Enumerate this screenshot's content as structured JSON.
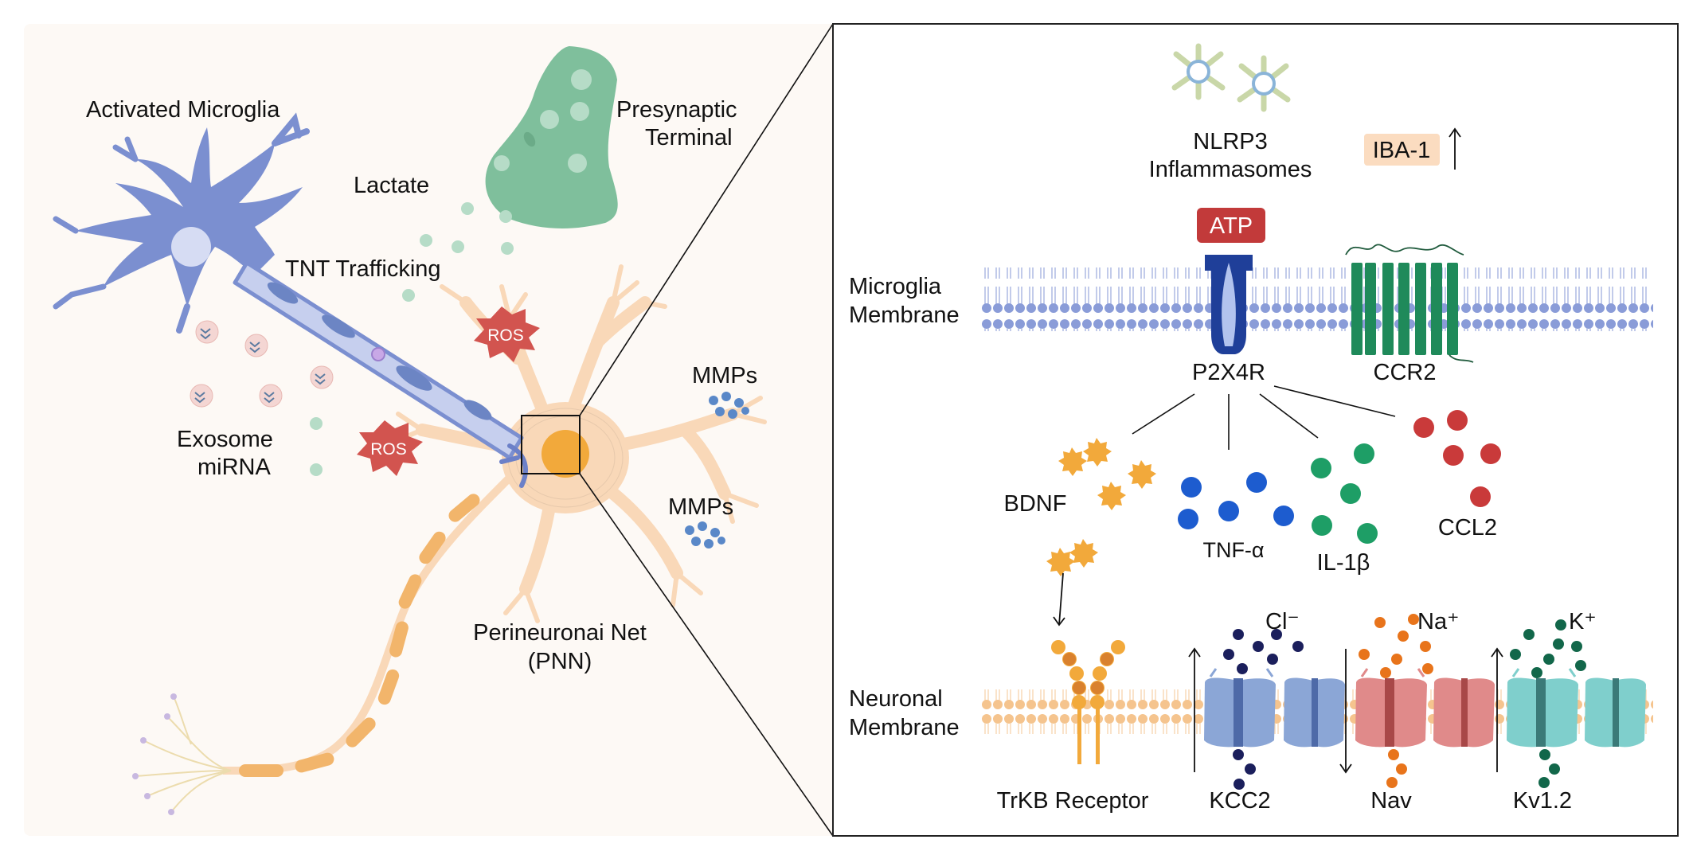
{
  "left": {
    "activated_microglia": "Activated Microglia",
    "presynaptic_line1": "Presynaptic",
    "presynaptic_line2": "Terminal",
    "lactate": "Lactate",
    "tnt_trafficking": "TNT Trafficking",
    "ros": "ROS",
    "exosome_line1": "Exosome",
    "exosome_line2": "miRNA",
    "mmps": "MMPs",
    "pnn_line1": "Perineuronai Net",
    "pnn_line2": "(PNN)"
  },
  "right": {
    "nlrp3_line1": "NLRP3",
    "nlrp3_line2": "Inflammasomes",
    "iba1": "IBA-1",
    "iba1_arrow": "↑",
    "atp": "ATP",
    "microglia_membrane_line1": "Microglia",
    "microglia_membrane_line2": "Membrane",
    "p2x4r": "P2X4R",
    "ccr2": "CCR2",
    "bdnf": "BDNF",
    "tnf": "TNF-α",
    "il1b": "IL-1β",
    "ccl2": "CCL2",
    "cl": "Cl⁻",
    "na": "Na⁺",
    "k": "K⁺",
    "neuronal_membrane_line1": "Neuronal",
    "neuronal_membrane_line2": "Membrane",
    "trkb": "TrKB Receptor",
    "kcc2": "KCC2",
    "nav": "Nav",
    "kv12": "Kv1.2"
  },
  "colors": {
    "panel_bg": "#fdf9f5",
    "microglia": "#7b8fd0",
    "presynaptic": "#7fbf9c",
    "neuron": "#f9d8b8",
    "axon_segment": "#f2b56b",
    "ros": "#d2544f",
    "atp": "#c23a3a",
    "iba1_bg": "#fbdcc0",
    "membrane_blue": "#7b8fd0",
    "membrane_orange": "#f5c48e",
    "p2x4r": "#1f3f99",
    "ccr2": "#1f8a5a",
    "bdnf": "#f2a93b",
    "tnf": "#1d5ccf",
    "il1b": "#1e9e66",
    "ccl2": "#c93a3a",
    "cl_ion": "#1b1f5c",
    "na_ion": "#e8741b",
    "k_ion": "#12674a",
    "kcc2": "#8ba6d6",
    "nav": "#e08a8a",
    "kv": "#7fcfcc",
    "trkb": "#e79a3a"
  }
}
